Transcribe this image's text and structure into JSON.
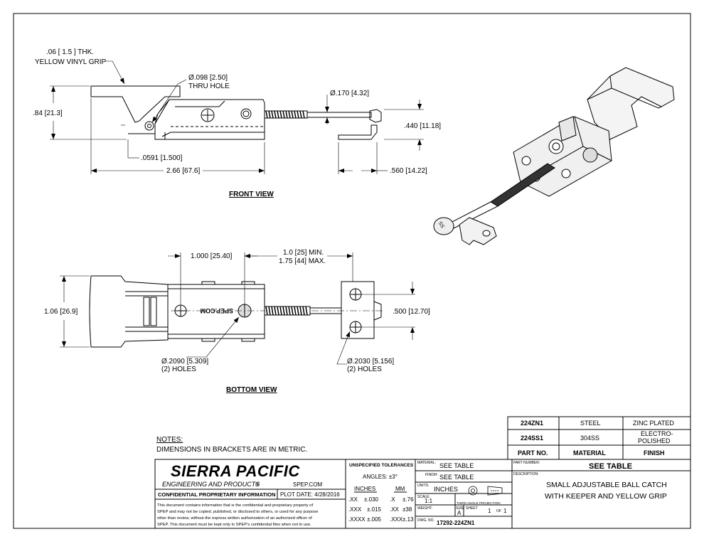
{
  "views": {
    "front": {
      "title": "FRONT VIEW",
      "dims": {
        "grip_thk": ".06 [ 1.5 ] THK.",
        "grip_name": "YELLOW VINYL GRIP",
        "thru_dia": "Ø.098 [2.50]",
        "thru_note": "THRU HOLE",
        "rod_dia": "Ø.170 [4.32]",
        "height": ".84 [21.3]",
        "hook_h": ".440 [11.18]",
        "thk2": ".0591 [1.500]",
        "length": "2.66 [67.6]",
        "keeper_len": ".560 [14.22]"
      }
    },
    "bottom": {
      "title": "BOTTOM VIEW",
      "stamp": "SPEP.COM",
      "stamp2": "SS",
      "dims": {
        "hole_spacing": "1.000 [25.40]",
        "adj_min": "1.0 [25] MIN.",
        "adj_max": "1.75 [44] MAX.",
        "width": "1.06 [26.9]",
        "keeper_w": ".500 [12.70]",
        "holes_left": "Ø.2090 [5.309]",
        "holes_left_qty": "(2) HOLES",
        "holes_right": "Ø.2030 [5.156]",
        "holes_right_qty": "(2) HOLES"
      }
    }
  },
  "notes": {
    "heading": "NOTES:",
    "line1": "DIMENSIONS IN BRACKETS ARE IN METRIC."
  },
  "parts_table": {
    "rows": [
      {
        "part": "224ZN1",
        "material": "STEEL",
        "finish": "ZINC PLATED"
      },
      {
        "part": "224SS1",
        "material": "304SS",
        "finish": "ELECTRO-",
        "finish2": "POLISHED"
      }
    ],
    "header": {
      "part": "PART NO.",
      "material": "MATERIAL",
      "finish": "FINISH"
    }
  },
  "title_block": {
    "company": "SIERRA PACIFIC",
    "sub": "ENGINEERING AND PRODUCTS",
    "reg": "®",
    "web": "SPEP.COM",
    "confidential": "CONFIDENTIAL PROPRIETARY INFORMATION",
    "plot_date": "PLOT DATE: 4/28/2016",
    "legal1": "This document contains information that is the confidential and proprietary property of",
    "legal2": "SPEP and may not be copied, published, or disclosed to others, or used for any purpose",
    "legal3": "other than review, without the express written authorization of an authorized officer of",
    "legal4": "SPEP. This document must be kept only in SPEP's confidential files when not in use.",
    "tol_title": "UNSPECIFIED TOLERANCES",
    "tol_angles": "ANGLES: ±3°",
    "tol_inches": "INCHES",
    "tol_mm": "MM",
    "tol_rows": [
      {
        "a": ".XX",
        "b": "±.030",
        "c": ".X",
        "d": "±.76"
      },
      {
        "a": ".XXX",
        "b": "±.015",
        "c": ".XX",
        "d": "±38"
      },
      {
        "a": ".XXXX",
        "b": "±.005",
        "c": ".XXX",
        "d": "±.13"
      }
    ],
    "material_label": "MATERIAL:",
    "material": "SEE TABLE",
    "finish_label": "FINISH:",
    "finish": "SEE TABLE",
    "units_label": "UNITS:",
    "units": "INCHES",
    "scale_label": "SCALE:",
    "scale": "1:1",
    "projection": "THIRD ANGLE PROJECTION",
    "weight_label": "WEIGHT:",
    "size_label": "SIZE:",
    "size": "A",
    "sheet_label": "SHEET",
    "sheet": "1",
    "of_label": "OF",
    "of": "1",
    "dwg_label": "DWG. NO.",
    "dwg": "17292-224ZN1",
    "partnum_label": "PART NUMBER:",
    "partnum": "SEE TABLE",
    "desc_label": "DESCRIPTION:",
    "desc1": "SMALL ADJUSTABLE BALL CATCH",
    "desc2": "WITH KEEPER AND YELLOW GRIP"
  }
}
